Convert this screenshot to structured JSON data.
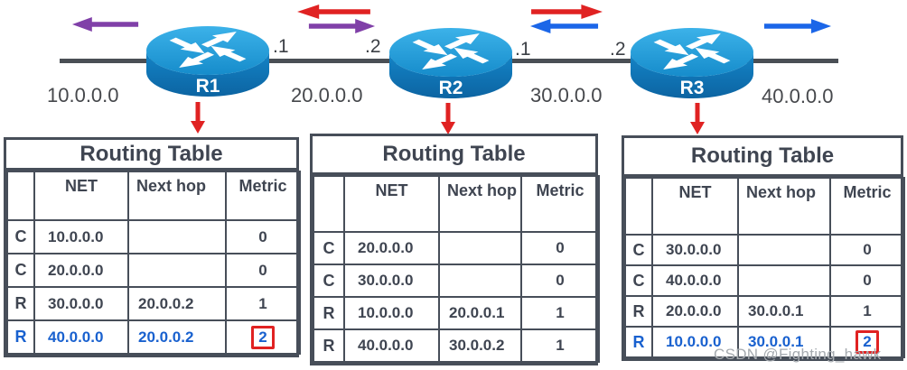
{
  "colors": {
    "red": "#e02222",
    "purple": "#8040a8",
    "blue": "#1b66e8",
    "line": "#4a4f55",
    "table_border": "#474e59",
    "text_dark": "#3f4551",
    "highlight_blue": "#1961cf",
    "router_top": "#2ea7e3",
    "router_body": "#0e6aa8",
    "watermark_gray": "#a6abb0"
  },
  "diagram": {
    "routers": [
      {
        "label": "R1"
      },
      {
        "label": "R2"
      },
      {
        "label": "R3"
      }
    ],
    "interface_labels": [
      {
        "text": ".1"
      },
      {
        "text": ".2"
      },
      {
        "text": ".1"
      },
      {
        "text": ".2"
      }
    ],
    "network_labels": [
      {
        "text": "10.0.0.0"
      },
      {
        "text": "20.0.0.0"
      },
      {
        "text": "30.0.0.0"
      },
      {
        "text": "40.0.0.0"
      }
    ],
    "flow_arrows": [
      {
        "position": "left-of-r1",
        "direction": "left",
        "color": "purple"
      },
      {
        "position": "r1-r2-top",
        "direction": "left",
        "color": "red"
      },
      {
        "position": "r1-r2-bottom",
        "direction": "right",
        "color": "purple"
      },
      {
        "position": "r2-r3-top",
        "direction": "right",
        "color": "red"
      },
      {
        "position": "r2-r3-bottom",
        "direction": "left",
        "color": "blue"
      },
      {
        "position": "right-of-r3",
        "direction": "right",
        "color": "blue"
      }
    ]
  },
  "tables": [
    {
      "router": "R1",
      "title": "Routing Table",
      "headers": [
        "",
        "NET",
        "Next hop",
        "Metric"
      ],
      "rows": [
        {
          "flag": "C",
          "net": "10.0.0.0",
          "next_hop": "",
          "metric": "0",
          "highlight": false,
          "metric_boxed": false
        },
        {
          "flag": "C",
          "net": "20.0.0.0",
          "next_hop": "",
          "metric": "0",
          "highlight": false,
          "metric_boxed": false
        },
        {
          "flag": "R",
          "net": "30.0.0.0",
          "next_hop": "20.0.0.2",
          "metric": "1",
          "highlight": false,
          "metric_boxed": false
        },
        {
          "flag": "R",
          "net": "40.0.0.0",
          "next_hop": "20.0.0.2",
          "metric": "2",
          "highlight": true,
          "metric_boxed": true
        }
      ]
    },
    {
      "router": "R2",
      "title": "Routing Table",
      "headers": [
        "",
        "NET",
        "Next hop",
        "Metric"
      ],
      "rows": [
        {
          "flag": "C",
          "net": "20.0.0.0",
          "next_hop": "",
          "metric": "0",
          "highlight": false,
          "metric_boxed": false
        },
        {
          "flag": "C",
          "net": "30.0.0.0",
          "next_hop": "",
          "metric": "0",
          "highlight": false,
          "metric_boxed": false
        },
        {
          "flag": "R",
          "net": "10.0.0.0",
          "next_hop": "20.0.0.1",
          "metric": "1",
          "highlight": false,
          "metric_boxed": false
        },
        {
          "flag": "R",
          "net": "40.0.0.0",
          "next_hop": "30.0.0.2",
          "metric": "1",
          "highlight": false,
          "metric_boxed": false
        }
      ]
    },
    {
      "router": "R3",
      "title": "Routing Table",
      "headers": [
        "",
        "NET",
        "Next hop",
        "Metric"
      ],
      "rows": [
        {
          "flag": "C",
          "net": "30.0.0.0",
          "next_hop": "",
          "metric": "0",
          "highlight": false,
          "metric_boxed": false
        },
        {
          "flag": "C",
          "net": "40.0.0.0",
          "next_hop": "",
          "metric": "0",
          "highlight": false,
          "metric_boxed": false
        },
        {
          "flag": "R",
          "net": "20.0.0.0",
          "next_hop": "30.0.0.1",
          "metric": "1",
          "highlight": false,
          "metric_boxed": false
        },
        {
          "flag": "R",
          "net": "10.0.0.0",
          "next_hop": "30.0.0.1",
          "metric": "2",
          "highlight": true,
          "metric_boxed": true
        }
      ]
    }
  ],
  "watermark": "CSDN @Fighting_hawk"
}
